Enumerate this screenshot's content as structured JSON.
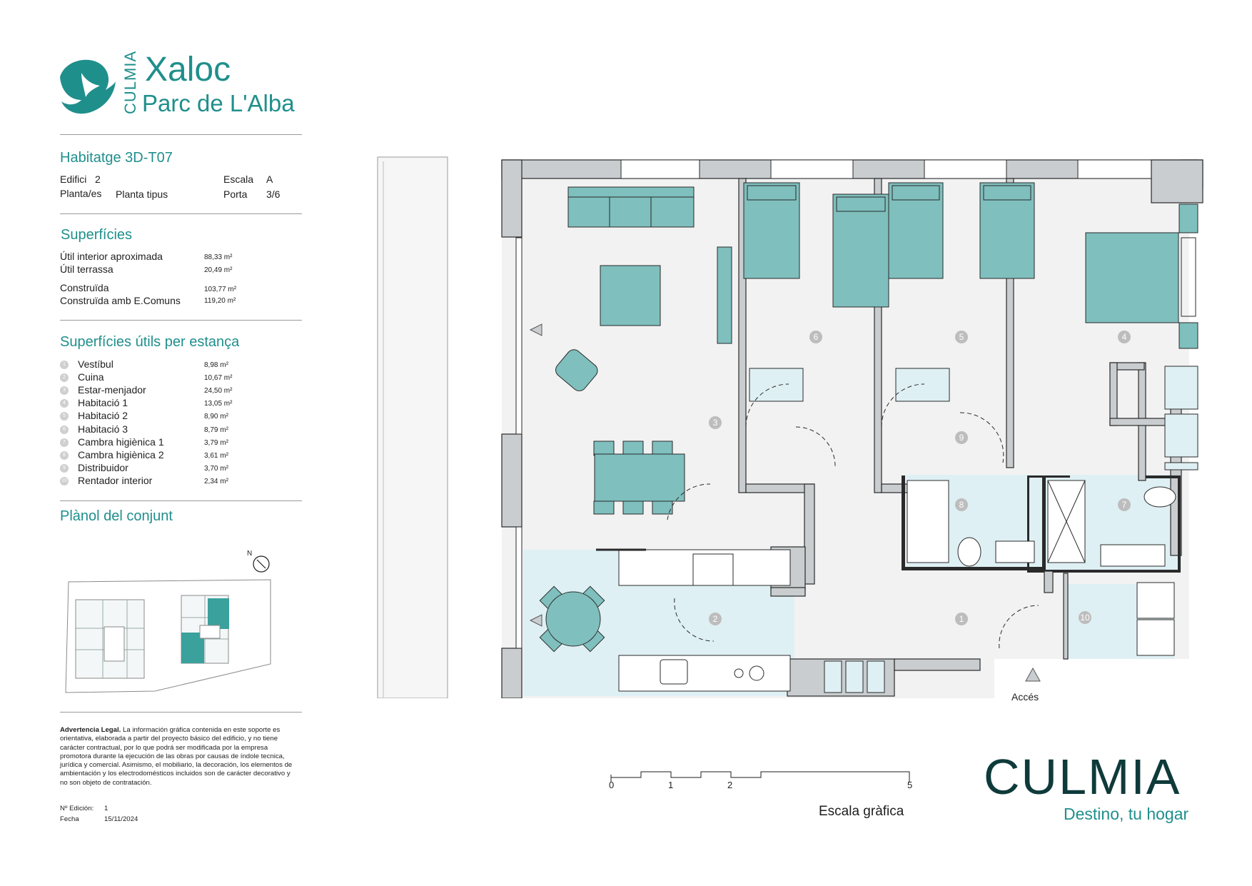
{
  "brand": {
    "culmia_vertical": "CULMIA",
    "project_line1": "Xaloc",
    "project_line2": "Parc de L'Alba"
  },
  "unit": {
    "title": "Habitatge 3D-T07",
    "edifici_label": "Edifici",
    "edifici_value": "2",
    "escala_label": "Escala",
    "escala_value": "A",
    "planta_label": "Planta/es",
    "planta_value": "Planta tipus",
    "porta_label": "Porta",
    "porta_value": "3/6"
  },
  "surfaces": {
    "title": "Superfícies",
    "rows": [
      {
        "label": "Útil interior aproximada",
        "value": "88,33 m²"
      },
      {
        "label": "Útil terrassa",
        "value": "20,49 m²"
      },
      {
        "label": "Construïda",
        "value": "103,77 m²"
      },
      {
        "label": "Construïda amb E.Comuns",
        "value": "119,20 m²"
      }
    ]
  },
  "rooms": {
    "title": "Superfícies útils per estança",
    "items": [
      {
        "n": "1",
        "label": "Vestíbul",
        "value": "8,98 m²"
      },
      {
        "n": "2",
        "label": "Cuina",
        "value": "10,67 m²"
      },
      {
        "n": "3",
        "label": "Estar-menjador",
        "value": "24,50 m²"
      },
      {
        "n": "4",
        "label": "Habitació 1",
        "value": "13,05 m²"
      },
      {
        "n": "5",
        "label": "Habitació 2",
        "value": "8,90 m²"
      },
      {
        "n": "6",
        "label": "Habitació 3",
        "value": "8,79 m²"
      },
      {
        "n": "7",
        "label": "Cambra higiènica 1",
        "value": "3,79 m²"
      },
      {
        "n": "8",
        "label": "Cambra higiènica 2",
        "value": "3,61 m²"
      },
      {
        "n": "9",
        "label": "Distribuidor",
        "value": "3,70 m²"
      },
      {
        "n": "10",
        "label": "Rentador interior",
        "value": "2,34 m²"
      }
    ]
  },
  "site_plan": {
    "title": "Plànol del conjunt",
    "north": "N"
  },
  "legal": {
    "bold": "Advertencia Legal.",
    "text": " La información gráfica contenida en este soporte es orientativa, elaborada a partir del proyecto básico del edificio, y no tiene carácter contractual, por lo que podrá ser modificada por la empresa promotora durante la ejecución de las obras por causas de índole tecnica, jurídica y comercial. Asimismo, el mobiliario, la decoración, los elementos de ambientación y los electrodomésticos incluidos son de carácter decorativo y no son objeto de contratación.",
    "edition_label": "Nº Edición:",
    "edition_value": "1",
    "date_label": "Fecha",
    "date_value": "15/11/2024"
  },
  "plan": {
    "room_numbers": [
      "1",
      "2",
      "3",
      "4",
      "5",
      "6",
      "7",
      "8",
      "9",
      "10"
    ],
    "access_label": "Accés",
    "north": "N"
  },
  "scale": {
    "ticks": [
      "0",
      "1",
      "2",
      "5"
    ],
    "title": "Escala gràfica"
  },
  "footer_brand": {
    "name": "CULMIA",
    "tagline": "Destino, tu hogar"
  },
  "colors": {
    "teal": "#1f8f8c",
    "furniture": "#7fbfbd",
    "wetroom": "#dff0f4",
    "floor": "#f2f2f2",
    "wall": "#c9cdcf",
    "dark_brand": "#0e3a3a"
  }
}
